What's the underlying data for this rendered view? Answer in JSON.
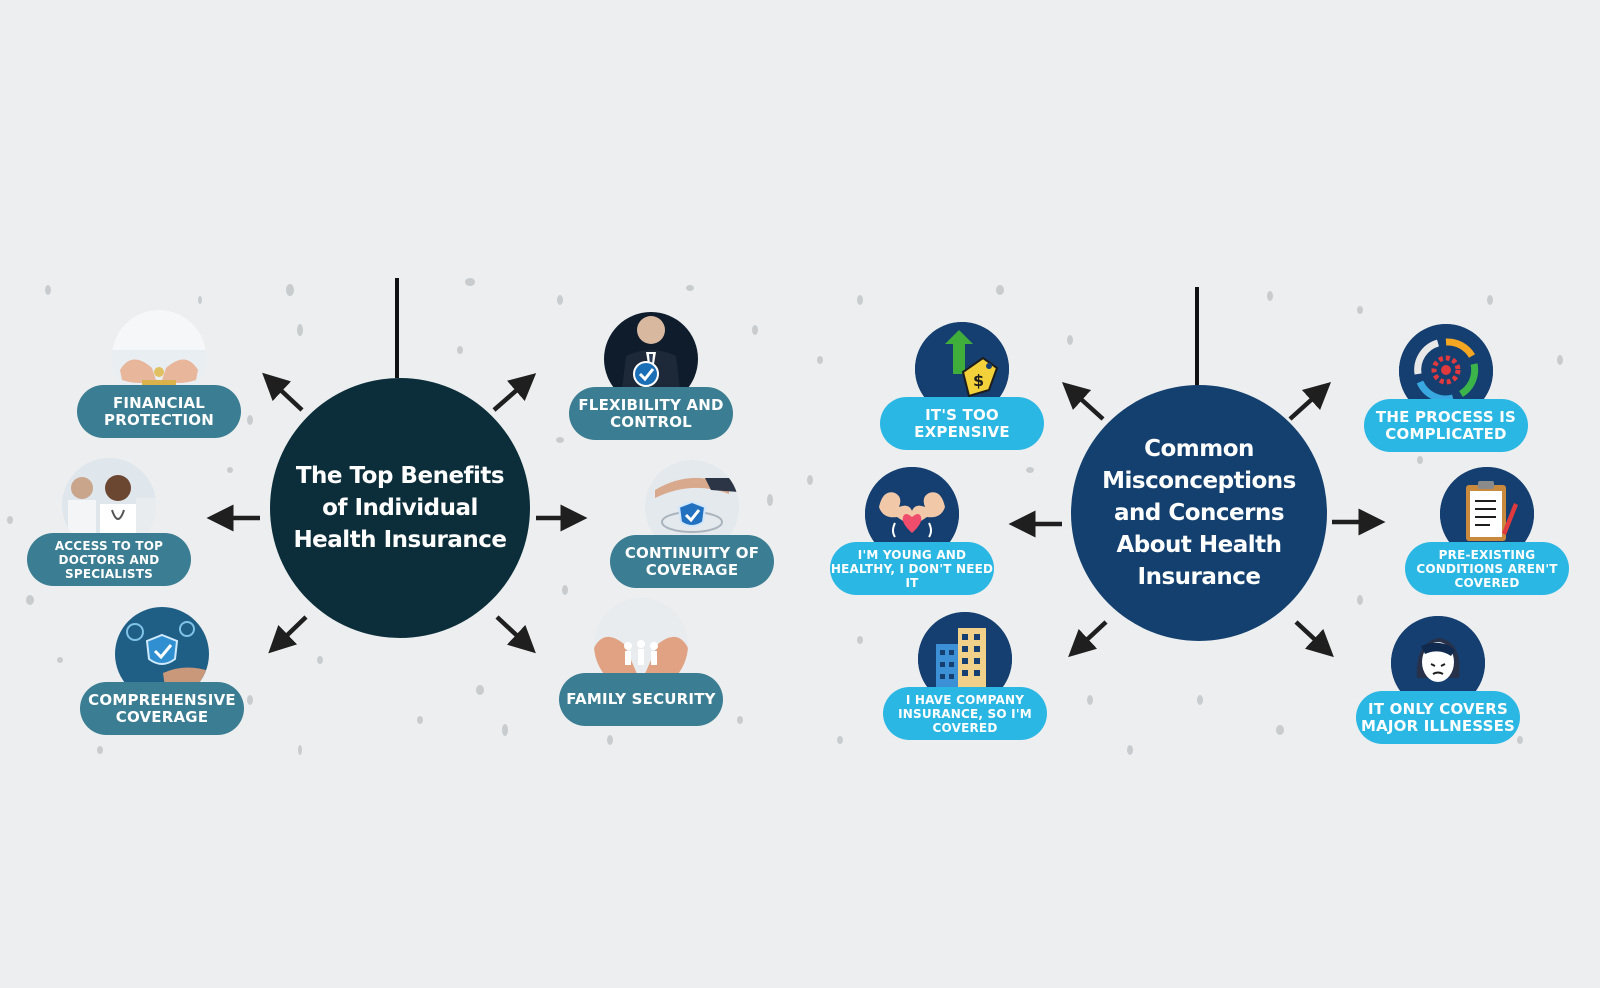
{
  "left": {
    "title": "The Top Benefits of Individual Health Insurance",
    "items": [
      {
        "label": "Financial Protection"
      },
      {
        "label": "Access to Top Doctors and Specialists"
      },
      {
        "label": "Comprehensive Coverage"
      },
      {
        "label": "Flexibility and Control"
      },
      {
        "label": "Continuity of Coverage"
      },
      {
        "label": "Family Security"
      }
    ]
  },
  "right": {
    "title": "Common Misconceptions and Concerns About Health Insurance",
    "items": [
      {
        "label": "It's Too Expensive"
      },
      {
        "label": "I'm Young and Healthy, I Don't Need It"
      },
      {
        "label": "I Have Company Insurance, So I'm Covered"
      },
      {
        "label": "The Process Is Complicated"
      },
      {
        "label": "Pre-Existing Conditions Aren't Covered"
      },
      {
        "label": "It Only Covers Major Illnesses"
      }
    ]
  },
  "colors": {
    "background": "#eceeef",
    "left_center": "#0c2e3a",
    "left_pill": "#3b7d92",
    "right_center": "#14406f",
    "right_pill": "#2bb7e4",
    "arrow": "#1f1f1f"
  },
  "icons": [
    "hands-coins-icon",
    "doctors-icon",
    "shield-hand-icon",
    "businessman-check-icon",
    "hand-shield-icon",
    "hands-family-icon",
    "price-tag-up-icon",
    "muscle-heart-icon",
    "office-buildings-icon",
    "cycle-gear-icon",
    "clipboard-pen-icon",
    "stressed-person-icon"
  ]
}
